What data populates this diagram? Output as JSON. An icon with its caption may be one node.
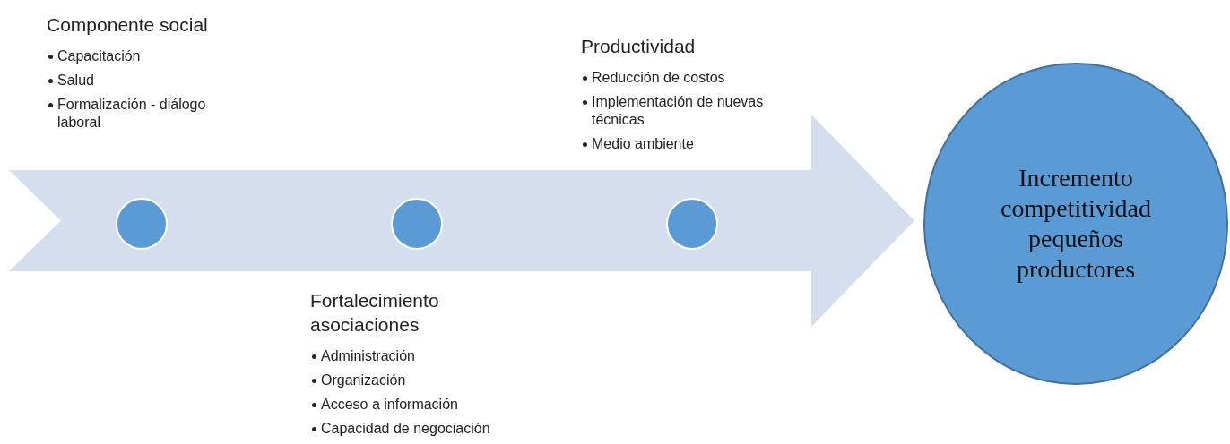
{
  "diagram": {
    "nodes": [
      {
        "text": [],
        "shape": "arrow"
      },
      {
        "text": [],
        "shape": "circle",
        "in": 0,
        "beside": [
          "Componente social",
          "Capacitación",
          "Salud",
          "Formalización - diálogo laboral"
        ]
      },
      {
        "text": [],
        "shape": "circle",
        "in": 0,
        "beside": [
          "Fortalecimiento asociaciones",
          "Administración",
          "Organización",
          "Acceso a información",
          "Capacidad de negociación"
        ]
      },
      {
        "text": [],
        "shape": "circle",
        "in": 0,
        "beside": [
          "Productividad",
          "Reducción de costos",
          "Implementación de nuevas técnicas",
          "Medio ambiente"
        ]
      },
      {
        "text": [
          "Incremento competitividad pequeños productores"
        ]
      }
    ]
  }
}
